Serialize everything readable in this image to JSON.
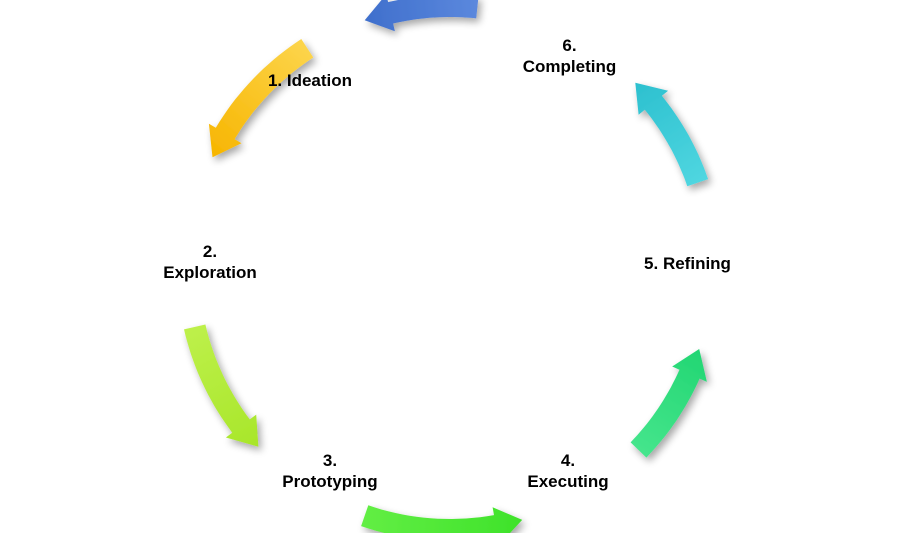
{
  "stages": [
    {
      "num": "1.",
      "name": "Ideation",
      "inline": true,
      "color": "#f7b500",
      "color_light": "#fcd44a"
    },
    {
      "num": "2.",
      "name": "Exploration",
      "inline": false,
      "color": "#a8e62a",
      "color_light": "#bdf04a"
    },
    {
      "num": "3.",
      "name": "Prototyping",
      "inline": false,
      "color": "#3ee22a",
      "color_light": "#62ee44"
    },
    {
      "num": "4.",
      "name": "Executing",
      "inline": false,
      "color": "#22d673",
      "color_light": "#45e58c"
    },
    {
      "num": "5.",
      "name": "Refining",
      "inline": true,
      "color": "#2cc0cf",
      "color_light": "#4fd6e0"
    },
    {
      "num": "6.",
      "name": "Completing",
      "inline": false,
      "color": "#3f6fcc",
      "color_light": "#5b88dd"
    }
  ]
}
